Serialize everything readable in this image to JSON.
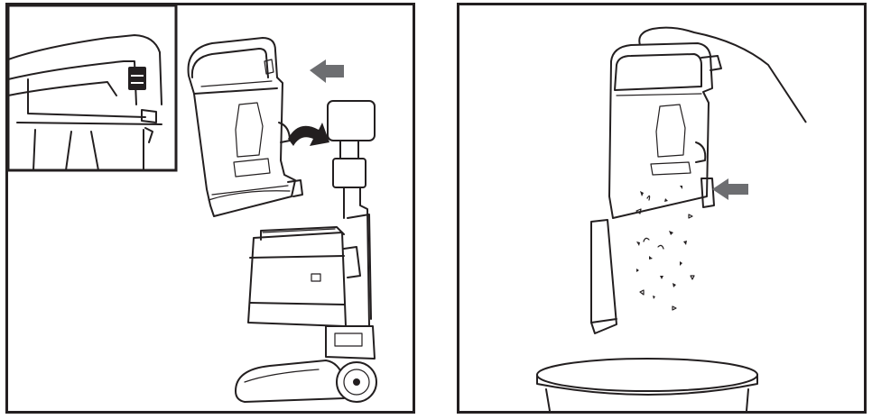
{
  "figure": {
    "panels": [
      {
        "id": "step-remove-dirt-cup",
        "inset": "dirt-cup-release-latch-detail",
        "arrows": [
          "lift-arrow",
          "pull-arrow"
        ]
      },
      {
        "id": "step-empty-dirt-cup",
        "arrows": [
          "press-release-arrow"
        ]
      }
    ],
    "colors": {
      "line": "#231f20",
      "arrow": "#6d6e71",
      "background": "#ffffff"
    },
    "icons": [
      "hand-icon",
      "trash-bin-icon",
      "debris-icon",
      "vacuum-icon",
      "dirt-cup-icon"
    ]
  }
}
